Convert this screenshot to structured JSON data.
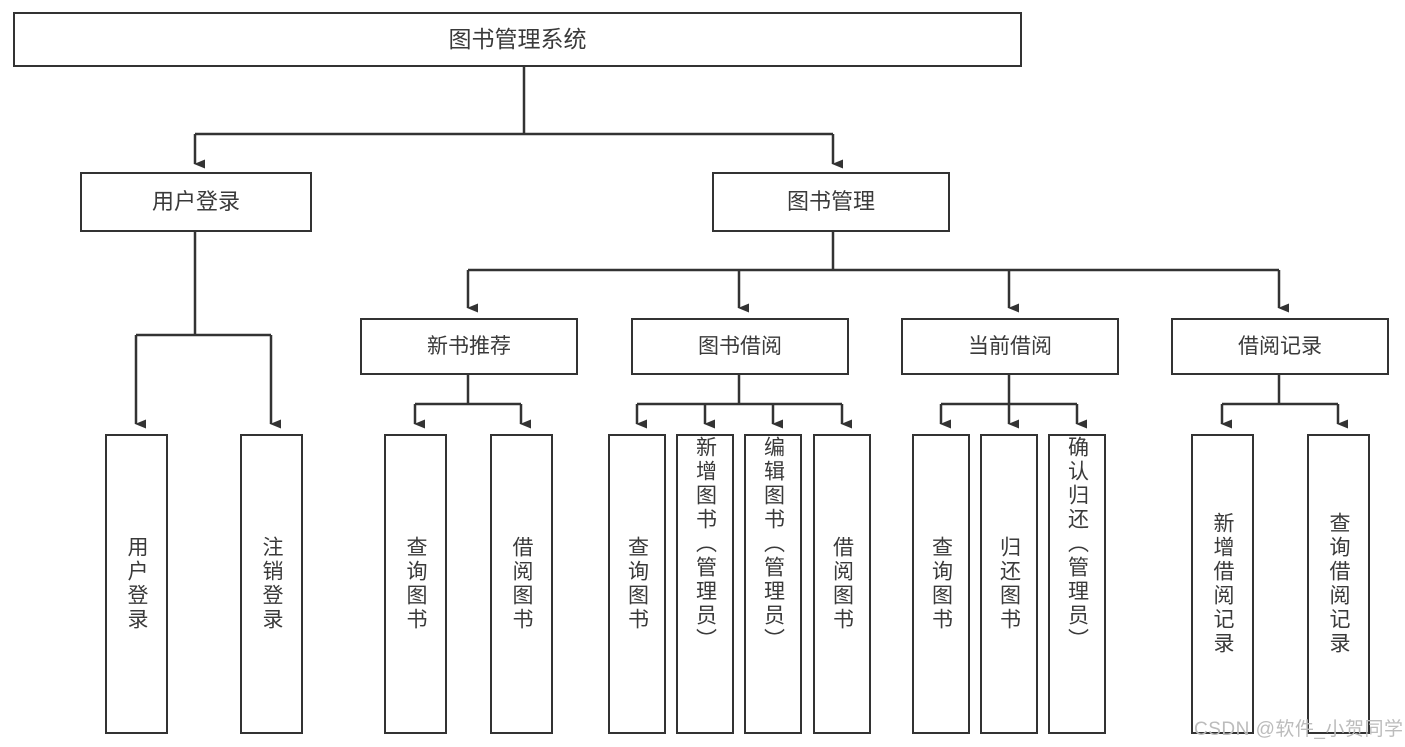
{
  "diagram": {
    "title": "图书管理系统",
    "type": "hierarchy-tree",
    "background_color": "#ffffff",
    "border_color": "#333333",
    "text_color": "#3a3a3a",
    "watermark": "CSDN @软件_小贺同学",
    "levels": {
      "root": {
        "label": "图书管理系统"
      },
      "level1": [
        {
          "label": "用户登录"
        },
        {
          "label": "图书管理"
        }
      ],
      "level2": [
        {
          "label": "新书推荐"
        },
        {
          "label": "图书借阅"
        },
        {
          "label": "当前借阅"
        },
        {
          "label": "借阅记录"
        }
      ],
      "leaves": {
        "user_login": [
          {
            "label": "用户登录"
          },
          {
            "label": "注销登录"
          }
        ],
        "new_book_recommend": [
          {
            "label": "查询图书"
          },
          {
            "label": "借阅图书"
          }
        ],
        "book_borrow": [
          {
            "label": "查询图书"
          },
          {
            "label": "新增图书（管理员）"
          },
          {
            "label": "编辑图书（管理员）"
          },
          {
            "label": "借阅图书"
          }
        ],
        "current_borrow": [
          {
            "label": "查询图书"
          },
          {
            "label": "归还图书"
          },
          {
            "label": "确认归还（管理员）"
          }
        ],
        "borrow_record": [
          {
            "label": "新增借阅记录"
          },
          {
            "label": "查询借阅记录"
          }
        ]
      }
    }
  }
}
